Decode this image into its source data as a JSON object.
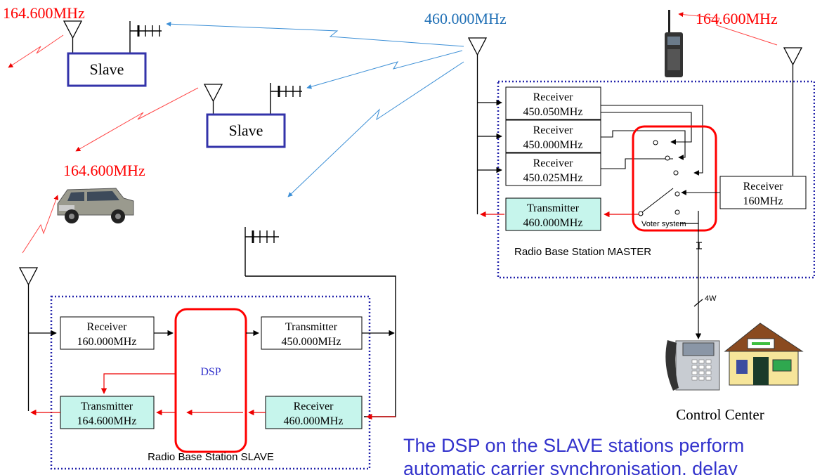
{
  "frequencies": {
    "top_left": "164.600MHz",
    "top_center": "460.000MHz",
    "top_right": "164.600MHz",
    "mid_left": "164.600MHz"
  },
  "slaves": [
    "Slave",
    "Slave"
  ],
  "master": {
    "receivers": [
      {
        "name": "Receiver",
        "freq": "450.050MHz"
      },
      {
        "name": "Receiver",
        "freq": "450.000MHz"
      },
      {
        "name": "Receiver",
        "freq": "450.025MHz"
      }
    ],
    "receiver_160": {
      "name": "Receiver",
      "freq": "160MHz"
    },
    "transmitter": {
      "name": "Transmitter",
      "freq": "460.000MHz"
    },
    "voter_label": "Voter system",
    "station_label": "Radio Base Station MASTER"
  },
  "link_label": "4W",
  "control_center_label": "Control Center",
  "slave_station": {
    "receiver_top": {
      "name": "Receiver",
      "freq": "160.000MHz"
    },
    "transmitter_top": {
      "name": "Transmitter",
      "freq": "450.000MHz"
    },
    "dsp": "DSP",
    "transmitter_bottom": {
      "name": "Transmitter",
      "freq": "164.600MHz"
    },
    "receiver_bottom": {
      "name": "Receiver",
      "freq": "460.000MHz"
    },
    "station_label": "Radio Base Station SLAVE"
  },
  "caption": "The DSP on the SLAVE stations perform automatic carrier synchronisation, delay",
  "colors": {
    "red": "#ff0000",
    "blue_link": "#3c8fd6",
    "dark_blue": "#3333aa",
    "teal_fill": "#c6f5ec",
    "freq_blue": "#1f6fb5"
  }
}
